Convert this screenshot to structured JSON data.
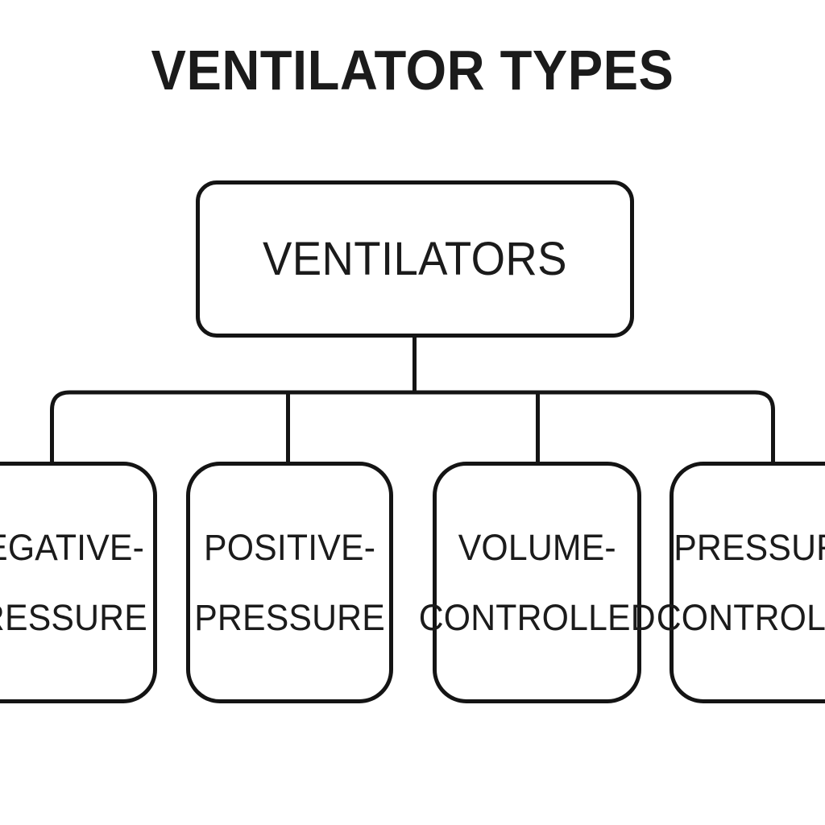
{
  "diagram": {
    "title": "VENTILATOR TYPES",
    "type": "hierarchy-tree",
    "orientation": "top-down",
    "colors": {
      "background": "#ffffff",
      "stroke": "#141414",
      "text": "#1b1b1b"
    },
    "root": {
      "id": "ventilators",
      "label": "VENTILATORS"
    },
    "children": [
      {
        "id": "negative-pressure",
        "label": "NEGATIVE-PRESSURE",
        "line1": "NEGATIVE-",
        "line2": "PRESSURE",
        "clipped": "left"
      },
      {
        "id": "positive-pressure",
        "label": "POSITIVE-PRESSURE",
        "line1": "POSITIVE-",
        "line2": "PRESSURE",
        "clipped": "none"
      },
      {
        "id": "volume-controlled",
        "label": "VOLUME-CONTROLLED",
        "line1": "VOLUME-",
        "line2": "CONTROLLED",
        "clipped": "none"
      },
      {
        "id": "pressure-controlled",
        "label": "PRESSURE-CONTROLLED",
        "line1": "PRESSURE-",
        "line2": "CONTROLLED",
        "clipped": "right"
      }
    ]
  }
}
